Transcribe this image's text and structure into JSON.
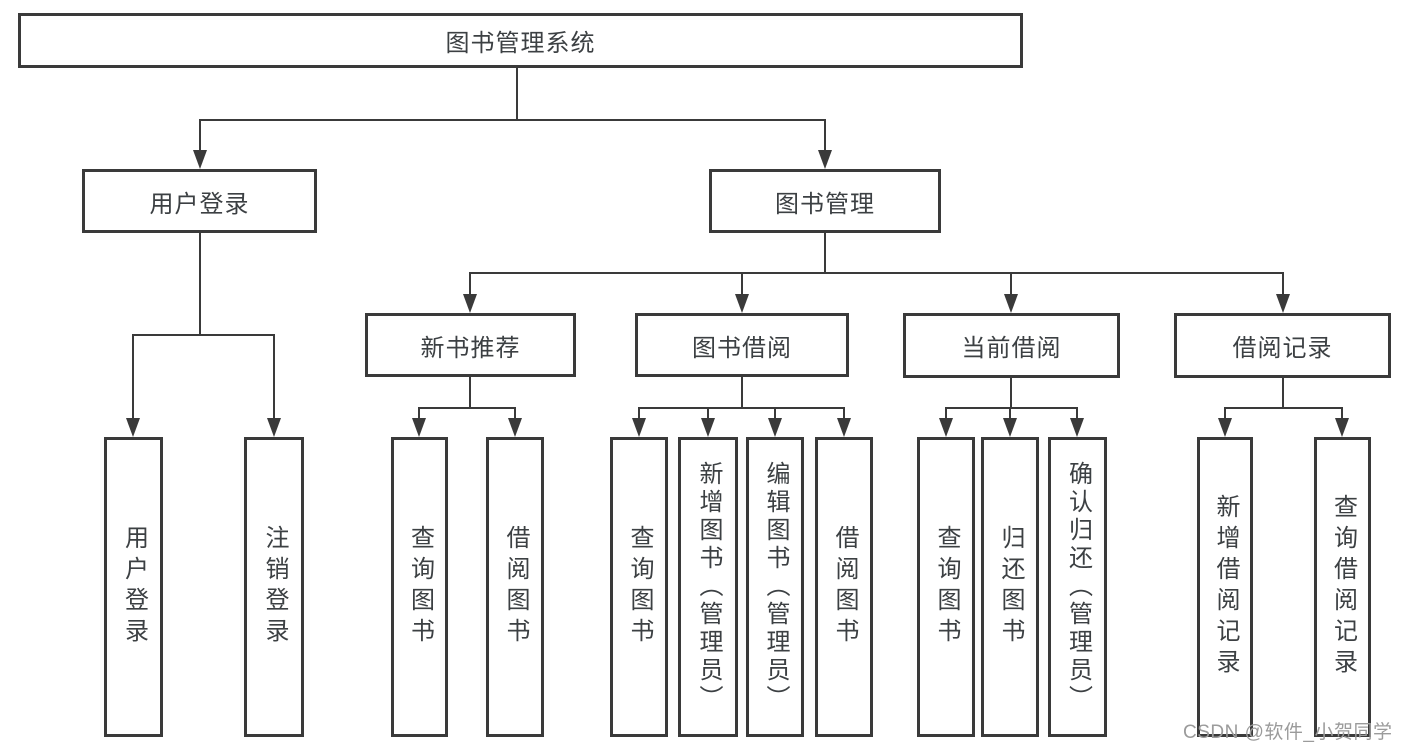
{
  "nodes": {
    "root": "图书管理系统",
    "user_login": "用户登录",
    "book_mgmt": "图书管理",
    "new_book_rec": "新书推荐",
    "book_borrow": "图书借阅",
    "current_borrow": "当前借阅",
    "borrow_records": "借阅记录",
    "leaf_user_login": "用户登录",
    "leaf_logout": "注销登录",
    "leaf_query_books_1": "查询图书",
    "leaf_borrow_books_1": "借阅图书",
    "leaf_query_books_2": "查询图书",
    "leaf_add_book_admin": "新增图书（管理员）",
    "leaf_edit_book_admin": "编辑图书（管理员）",
    "leaf_borrow_books_2": "借阅图书",
    "leaf_query_books_3": "查询图书",
    "leaf_return_book": "归还图书",
    "leaf_confirm_return_admin": "确认归还（管理员）",
    "leaf_add_borrow_record": "新增借阅记录",
    "leaf_query_borrow_record": "查询借阅记录"
  },
  "hierarchy": {
    "图书管理系统": [
      "用户登录",
      "图书管理"
    ],
    "用户登录": [
      "用户登录",
      "注销登录"
    ],
    "图书管理": [
      "新书推荐",
      "图书借阅",
      "当前借阅",
      "借阅记录"
    ],
    "新书推荐": [
      "查询图书",
      "借阅图书"
    ],
    "图书借阅": [
      "查询图书",
      "新增图书（管理员）",
      "编辑图书（管理员）",
      "借阅图书"
    ],
    "当前借阅": [
      "查询图书",
      "归还图书",
      "确认归还（管理员）"
    ],
    "借阅记录": [
      "新增借阅记录",
      "查询借阅记录"
    ]
  },
  "watermark": "CSDN @软件_小贺同学",
  "colors": {
    "line": "#3a3a3a",
    "text": "#3c4043",
    "watermark": "#9b9b9b",
    "background": "#ffffff"
  }
}
